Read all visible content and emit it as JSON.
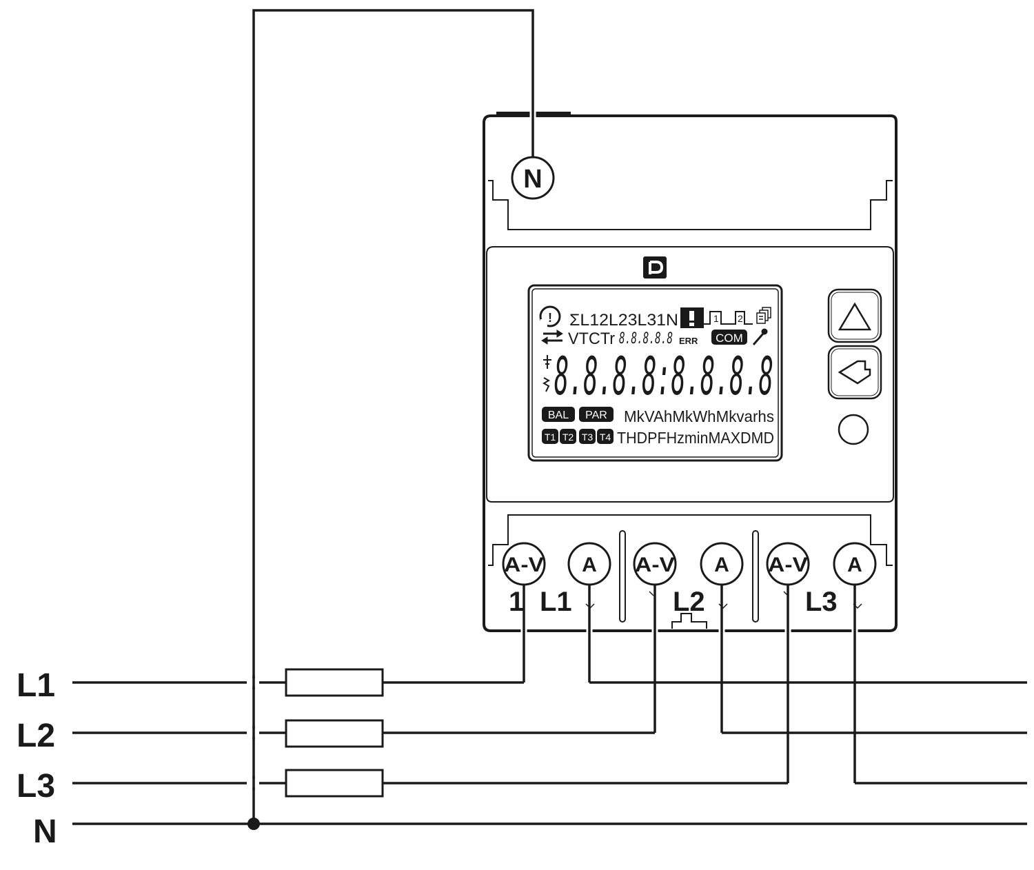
{
  "lines": {
    "l1": "L1",
    "l2": "L2",
    "l3": "L3",
    "n": "N"
  },
  "meter": {
    "neutral_terminal": "N",
    "terminals": [
      "A-V",
      "A",
      "A-V",
      "A",
      "A-V",
      "A"
    ],
    "phase_labels": [
      "1",
      "L1",
      "L2",
      "L3"
    ],
    "lcd": {
      "row1": "ΣL12L23L31N",
      "row1_pulse1": "1",
      "row1_pulse2": "2",
      "row2_text": "VTCTr",
      "row2_digits": "8.8.8.8.8",
      "err": "ERR",
      "com": "COM",
      "main_digits": "8.8.8.8:8.8.8.8",
      "bal": "BAL",
      "par": "PAR",
      "units1": "MkVAhMkWhMkvarhs",
      "tariffs": [
        "T1",
        "T2",
        "T3",
        "T4"
      ],
      "units2": "THDPFHzminMAXDMD"
    }
  }
}
